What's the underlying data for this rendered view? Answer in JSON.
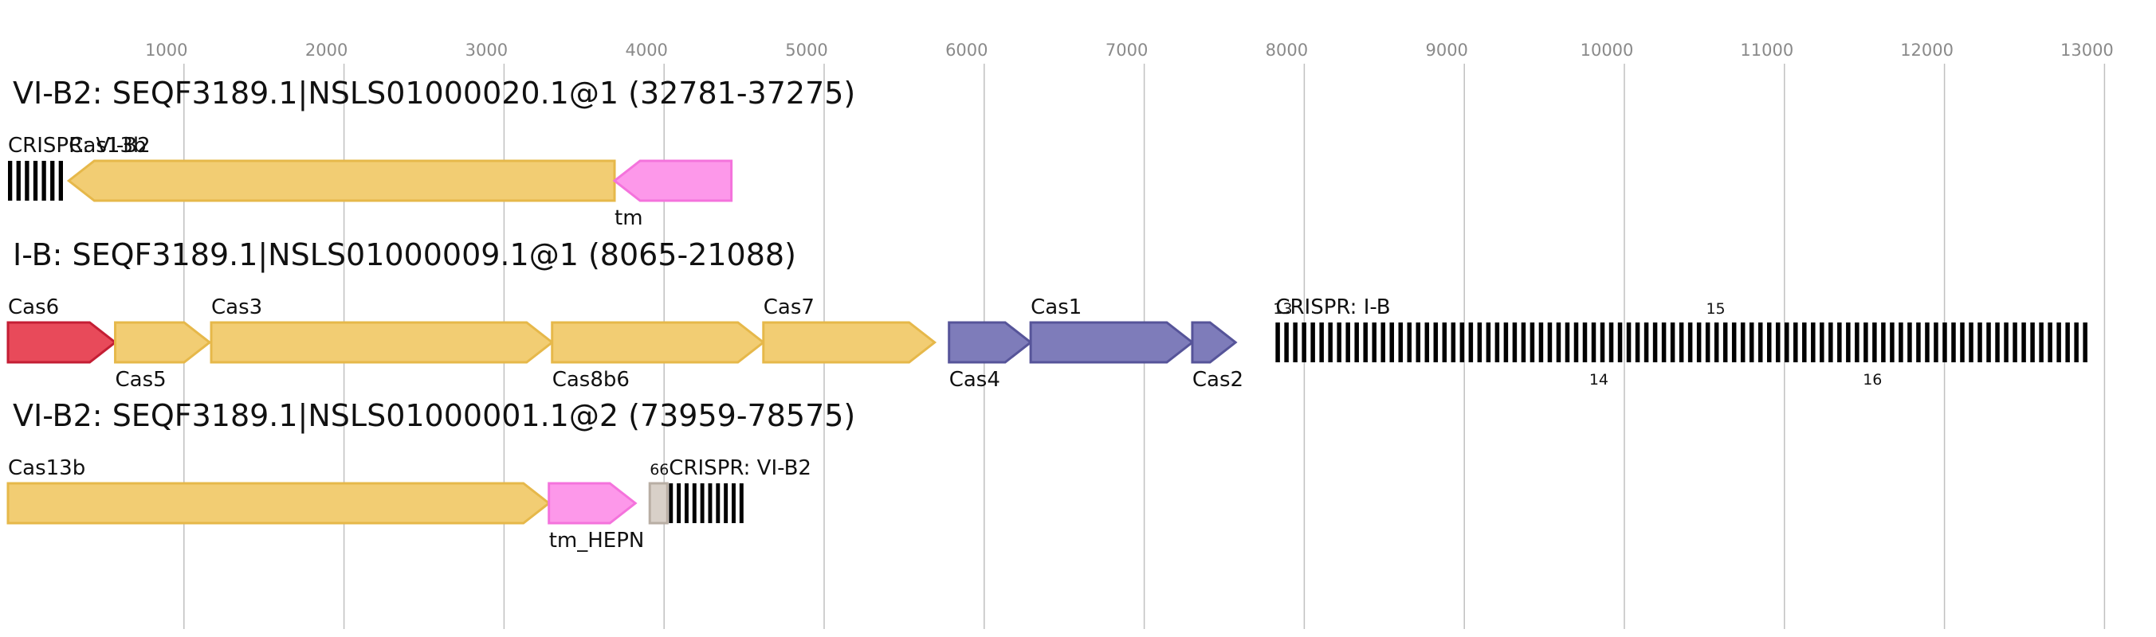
{
  "axis": {
    "ticks": [
      1000,
      2000,
      3000,
      4000,
      5000,
      6000,
      7000,
      8000,
      9000,
      10000,
      11000,
      12000,
      13000
    ],
    "grid_color": "#c0c0c0",
    "label_color": "#8a8a8a"
  },
  "colors": {
    "cas_yellow": "#f2cd73",
    "cas_yellow_stroke": "#e6b84a",
    "accessory_pink": "#fd98ea",
    "accessory_pink_stroke": "#f473dc",
    "adaptation_purple": "#7e7cba",
    "adaptation_purple_stroke": "#565499",
    "cas6_red": "#e84a5a",
    "cas6_red_stroke": "#c41e34",
    "unknown_gray": "#d8d0c8",
    "unknown_gray_stroke": "#b8aea4",
    "array_black": "#000000"
  },
  "loci": [
    {
      "title": "VI-B2: SEQF3189.1|NSLS01000020.1@1 (32781-37275)",
      "genes": [
        {
          "label": "CRISPR: VI-B2",
          "kind": "array",
          "start": 0,
          "end": 370,
          "bars": 7,
          "label_pos": "above"
        },
        {
          "label": "Cas13b",
          "kind": "arrow",
          "dir": "left",
          "start": 380,
          "end": 3790,
          "color": "cas_yellow",
          "label_pos": "above"
        },
        {
          "label": "tm",
          "kind": "arrow",
          "dir": "left",
          "start": 3790,
          "end": 4520,
          "color": "accessory_pink",
          "label_pos": "below"
        }
      ],
      "spacer_numbers": []
    },
    {
      "title": "I-B: SEQF3189.1|NSLS01000009.1@1 (8065-21088)",
      "genes": [
        {
          "label": "Cas6",
          "kind": "arrow",
          "dir": "right",
          "start": 0,
          "end": 670,
          "color": "cas6_red",
          "label_pos": "above"
        },
        {
          "label": "Cas5",
          "kind": "arrow",
          "dir": "right",
          "start": 670,
          "end": 1260,
          "color": "cas_yellow",
          "label_pos": "below"
        },
        {
          "label": "Cas3",
          "kind": "arrow",
          "dir": "right",
          "start": 1270,
          "end": 3400,
          "color": "cas_yellow",
          "label_pos": "above"
        },
        {
          "label": "Cas8b6",
          "kind": "arrow",
          "dir": "right",
          "start": 3400,
          "end": 4720,
          "color": "cas_yellow",
          "label_pos": "below"
        },
        {
          "label": "Cas7",
          "kind": "arrow",
          "dir": "right",
          "start": 4720,
          "end": 5790,
          "color": "cas_yellow",
          "label_pos": "above"
        },
        {
          "label": "Cas4",
          "kind": "arrow",
          "dir": "right",
          "start": 5880,
          "end": 6390,
          "color": "adaptation_purple",
          "label_pos": "below"
        },
        {
          "label": "Cas1",
          "kind": "arrow",
          "dir": "right",
          "start": 6390,
          "end": 7400,
          "color": "adaptation_purple",
          "label_pos": "above"
        },
        {
          "label": "Cas2",
          "kind": "arrow",
          "dir": "right",
          "start": 7400,
          "end": 7670,
          "color": "adaptation_purple",
          "label_pos": "below"
        },
        {
          "label": "CRISPR: I-B",
          "kind": "array",
          "start": 7920,
          "end": 13020,
          "bars": 93,
          "label_pos": "above"
        }
      ],
      "spacer_numbers": [
        {
          "text": "13",
          "pos": 7965,
          "where": "above"
        },
        {
          "text": "14",
          "pos": 9940,
          "where": "below"
        },
        {
          "text": "15",
          "pos": 10670,
          "where": "above"
        },
        {
          "text": "16",
          "pos": 11650,
          "where": "below"
        }
      ]
    },
    {
      "title": "VI-B2: SEQF3189.1|NSLS01000001.1@2 (73959-78575)",
      "genes": [
        {
          "label": "Cas13b",
          "kind": "arrow",
          "dir": "right",
          "start": 0,
          "end": 3380,
          "color": "cas_yellow",
          "label_pos": "above"
        },
        {
          "label": "tm_HEPN",
          "kind": "arrow",
          "dir": "right",
          "start": 3380,
          "end": 3920,
          "color": "accessory_pink",
          "label_pos": "below"
        },
        {
          "label": "66",
          "kind": "box",
          "start": 4010,
          "end": 4120,
          "color": "unknown_gray",
          "label_pos": "above-small"
        },
        {
          "label": "CRISPR: VI-B2",
          "kind": "array",
          "start": 4130,
          "end": 4620,
          "bars": 10,
          "label_pos": "above"
        }
      ],
      "spacer_numbers": []
    }
  ]
}
